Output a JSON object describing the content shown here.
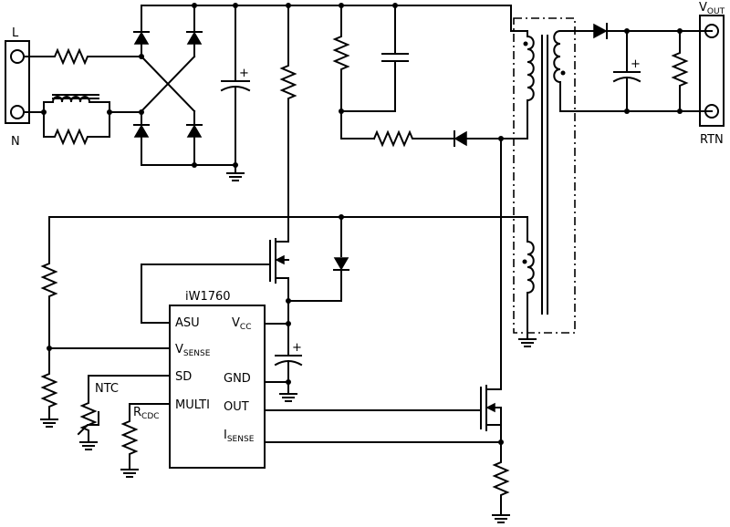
{
  "terminals": {
    "line": "L",
    "neutral": "N",
    "vout_main": "V",
    "vout_sub": "OUT",
    "rtn": "RTN"
  },
  "ic": {
    "name": "iW1760",
    "pins_left": {
      "asu": "ASU",
      "vsense_main": "V",
      "vsense_sub": "SENSE",
      "sd": "SD",
      "multi": "MULTI"
    },
    "pins_right": {
      "vcc_main": "V",
      "vcc_sub": "CC",
      "gnd": "GND",
      "out": "OUT",
      "isense_main": "I",
      "isense_sub": "SENSE"
    }
  },
  "components": {
    "ntc": "NTC",
    "rcdc_main": "R",
    "rcdc_sub": "CDC",
    "cap_plus": "+"
  }
}
